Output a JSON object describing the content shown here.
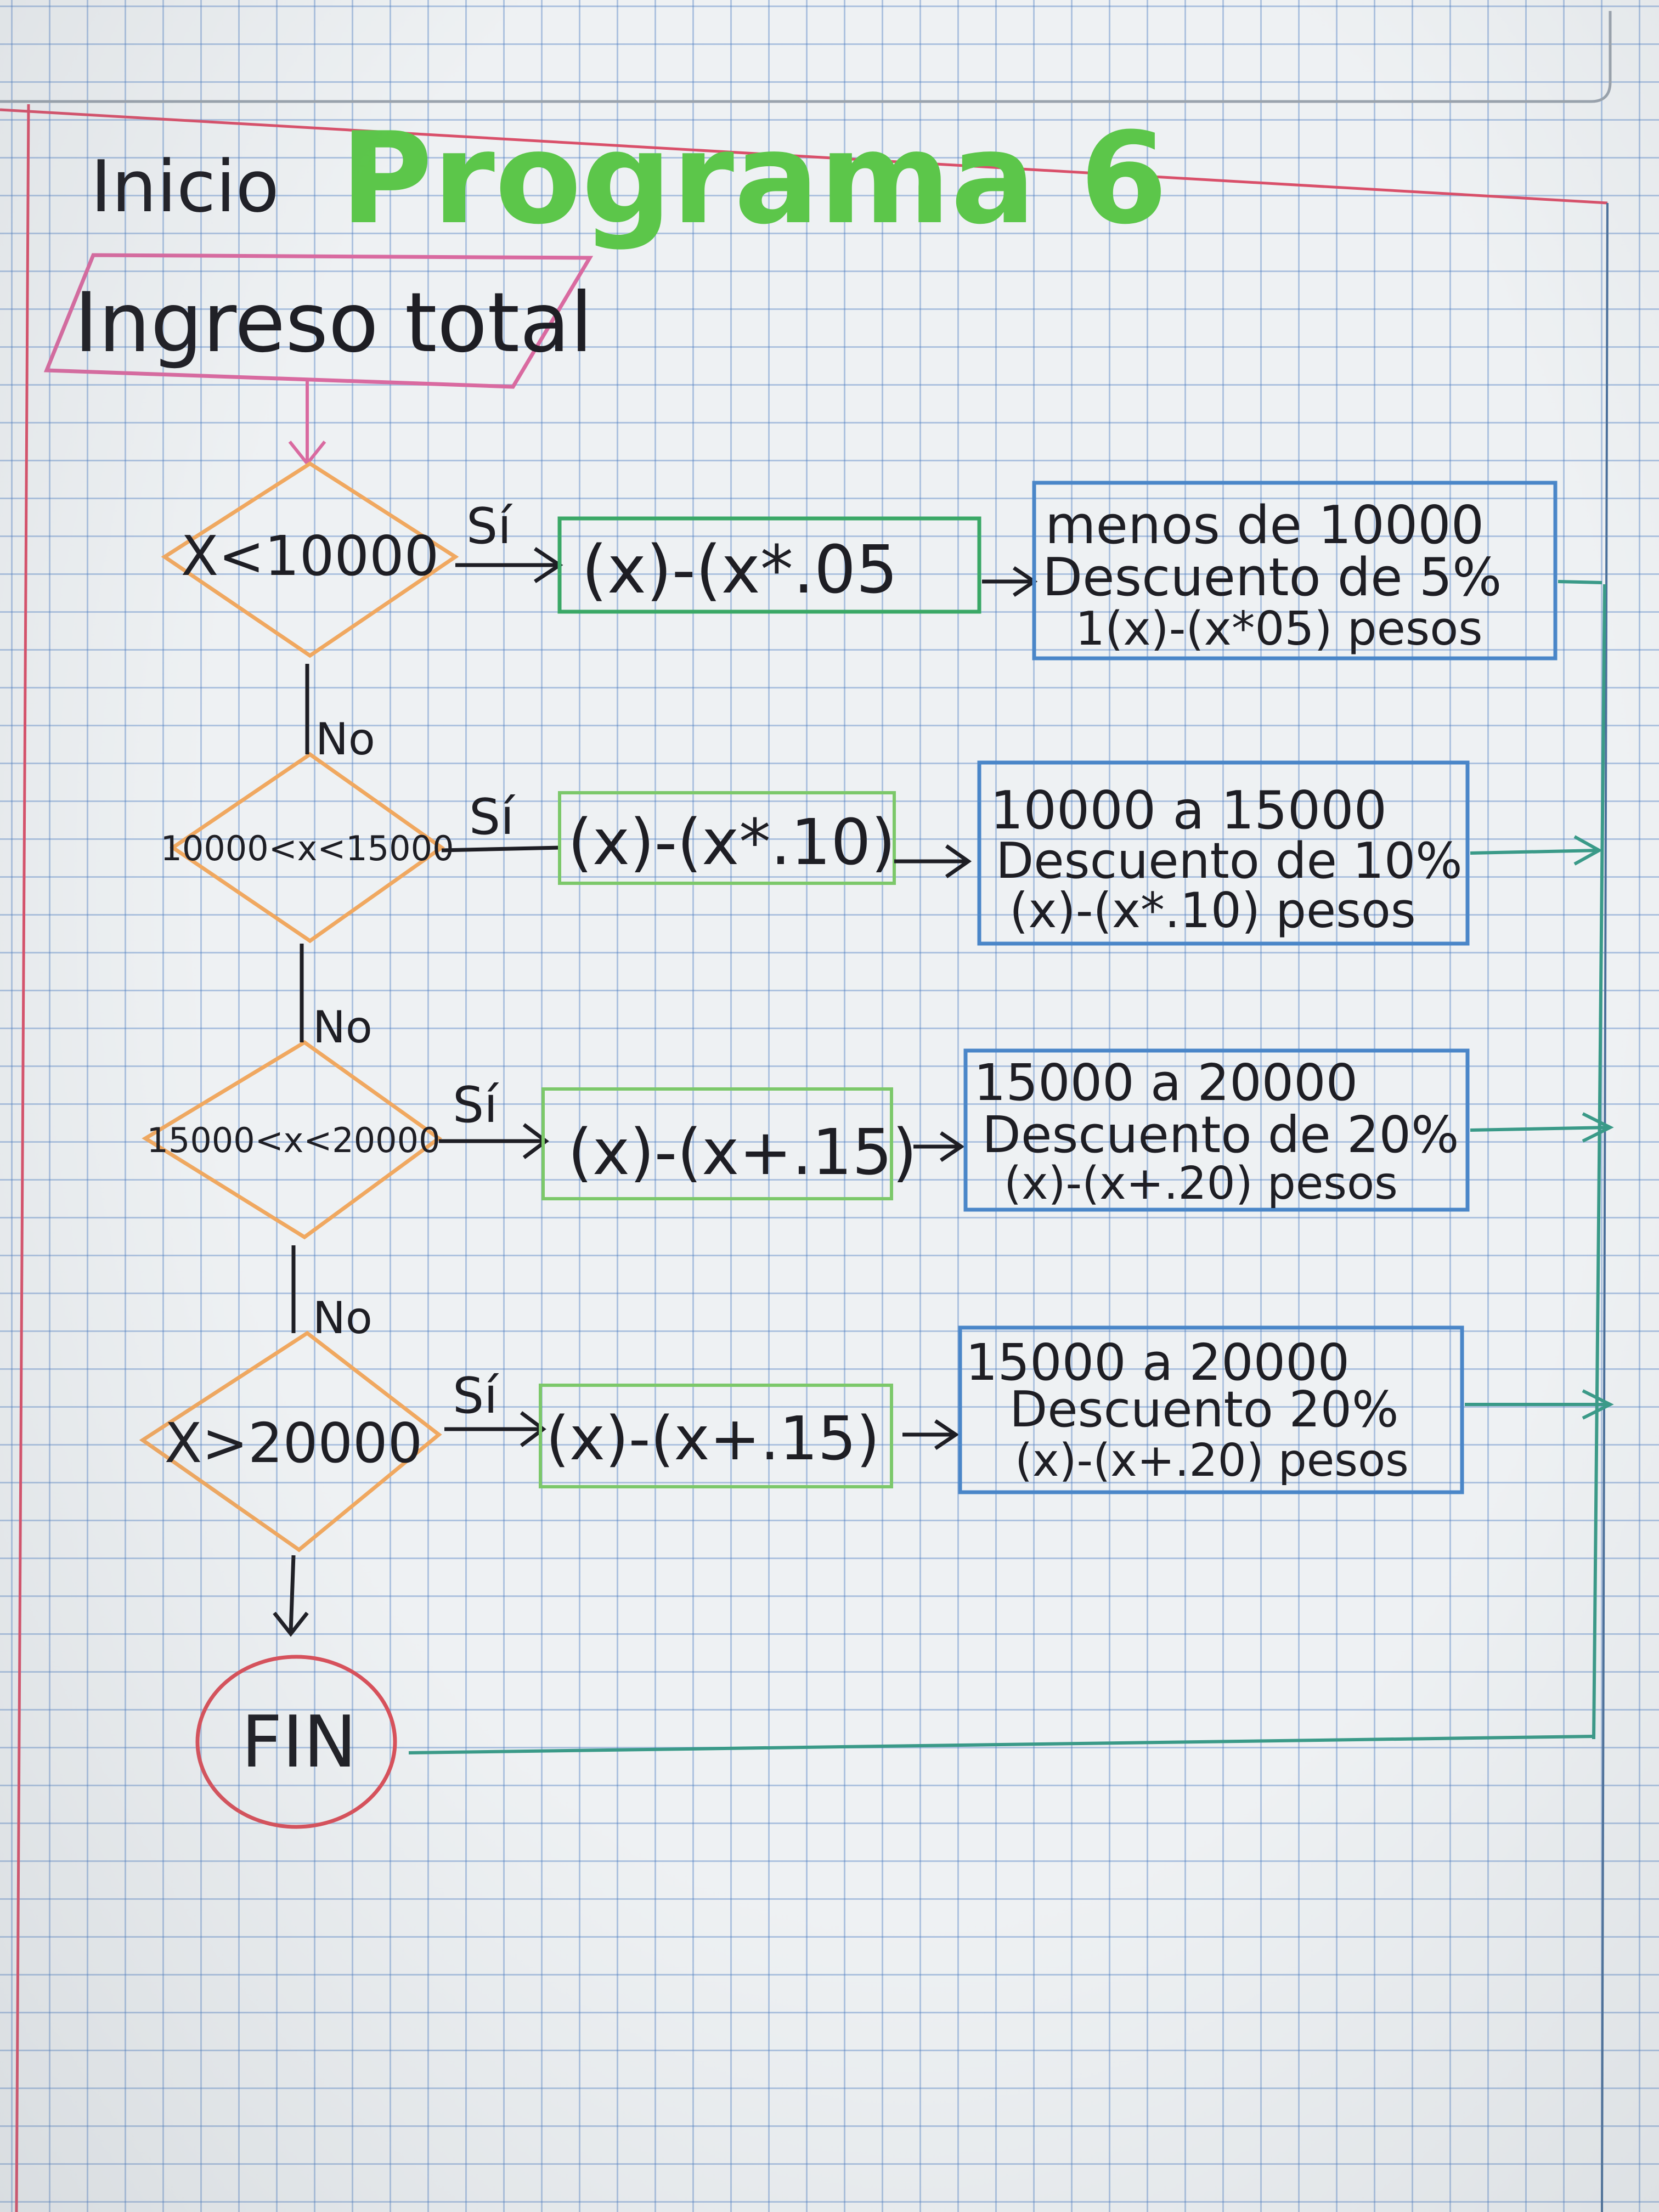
{
  "header": {
    "start_label": "Inicio",
    "title": "Programa 6"
  },
  "input": {
    "label": "Ingreso total"
  },
  "decisions": [
    {
      "condition": "X<10000"
    },
    {
      "condition": "10000<x<15000"
    },
    {
      "condition": "15000<x<20000"
    },
    {
      "condition": "X>20000"
    }
  ],
  "yes_label": "Sí",
  "no_label": "No",
  "processes": [
    {
      "formula": "(x)-(x*.05"
    },
    {
      "formula": "(x)-(x*.10)"
    },
    {
      "formula": "(x)-(x+.15)"
    },
    {
      "formula": "(x)-(x+.15)"
    }
  ],
  "outputs": [
    {
      "line1": "menos de 10000",
      "line2": "Descuento de 5%",
      "line3": "1(x)-(x*05) pesos"
    },
    {
      "line1": "10000 a 15000",
      "line2": "Descuento de 10%",
      "line3": "(x)-(x*.10) pesos"
    },
    {
      "line1": "15000 a 20000",
      "line2": "Descuento de 20%",
      "line3": "(x)-(x+.20) pesos"
    },
    {
      "line1": "15000 a 20000",
      "line2": "Descuento 20%",
      "line3": "(x)-(x+.20) pesos"
    }
  ],
  "end": {
    "label": "FIN"
  },
  "colors": {
    "paper": "#eef1f3",
    "grid": "#4678be",
    "margin_line": "#d9506a",
    "title_green": "#5cc64a",
    "input_pink": "#d96aa0",
    "decision_orange": "#f0a860",
    "process_green": "#7cc86a",
    "output_blue": "#4a86c8",
    "connector_teal": "#3a9a88",
    "end_red": "#d9505a",
    "ink": "#1e1e24"
  }
}
